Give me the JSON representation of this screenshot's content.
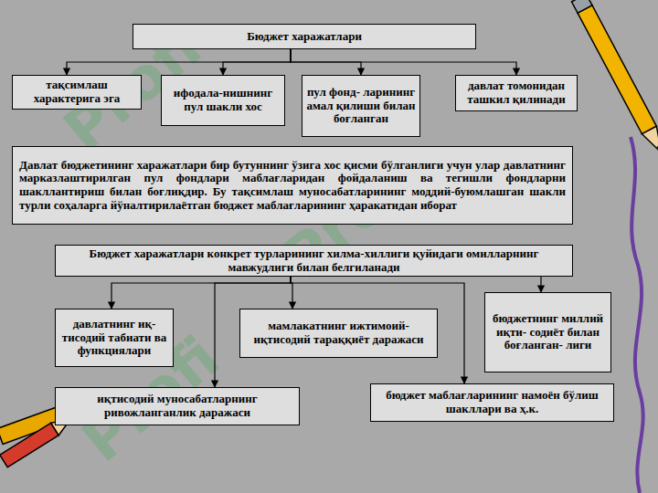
{
  "diagram": {
    "nodes": [
      {
        "text": [
          "Бюджет харажатлари"
        ]
      },
      {
        "text": [
          "тақсимлаш характерига эга"
        ]
      },
      {
        "text": [
          "ифодала-нишнинг пул шакли хос"
        ]
      },
      {
        "text": [
          "пул фонд- ларининг амал қилиши билан боғланган"
        ]
      },
      {
        "text": [
          "давлат томонидан ташкил қилинади"
        ]
      },
      {
        "text": [
          "Давлат бюджетининг харажатлари бир бутуннинг ўзига хос қисми бўлганлиги учун улар давлатнинг марказлаштирилган пул фондлари маблағларидан фойдаланиш ва тегишли фондларни шакллантириш билан боғлиқдир. Бу тақсимлаш муносабатларининг моддий-буюмлашган шакли турли соҳаларга йўналтирилаётган бюджет маблағларининг ҳаракатидан иборат"
        ]
      },
      {
        "text": [
          "Бюджет харажатлари конкрет турларининг хилма-хиллиги қуйидаги омилларнинг мавжудлиги билан белгиланади"
        ]
      },
      {
        "text": [
          "давлатнинг иқ- тисодий табиати ва функциялари"
        ]
      },
      {
        "text": [
          "мамлакатнинг ижтимоий-иқтисодий тараққиёт даражаси"
        ]
      },
      {
        "text": [
          "бюджетнинг миллий иқти- содиёт билан боғланган- лиги"
        ]
      },
      {
        "text": [
          "иқтисодий муносабатларнинг ривожланганлик даражаси"
        ]
      },
      {
        "text": [
          "бюджет маблағларининг намоён бўлиш шакллари ва ҳ.к."
        ]
      }
    ],
    "edges": [
      {
        "from": 0,
        "to": 1,
        "arrow": "to"
      },
      {
        "from": 0,
        "to": 2,
        "arrow": "to"
      },
      {
        "from": 0,
        "to": 3,
        "arrow": "to"
      },
      {
        "from": 0,
        "to": 4,
        "arrow": "to"
      },
      {
        "from": 6,
        "to": 7,
        "arrow": "to"
      },
      {
        "from": 6,
        "to": 8,
        "arrow": "to"
      },
      {
        "from": 6,
        "to": 9,
        "arrow": "to"
      },
      {
        "from": 6,
        "to": 10,
        "arrow": "to"
      },
      {
        "from": 6,
        "to": 11,
        "arrow": "to"
      }
    ],
    "labels": [
      "Profi",
      "Profi",
      "Profi"
    ]
  }
}
